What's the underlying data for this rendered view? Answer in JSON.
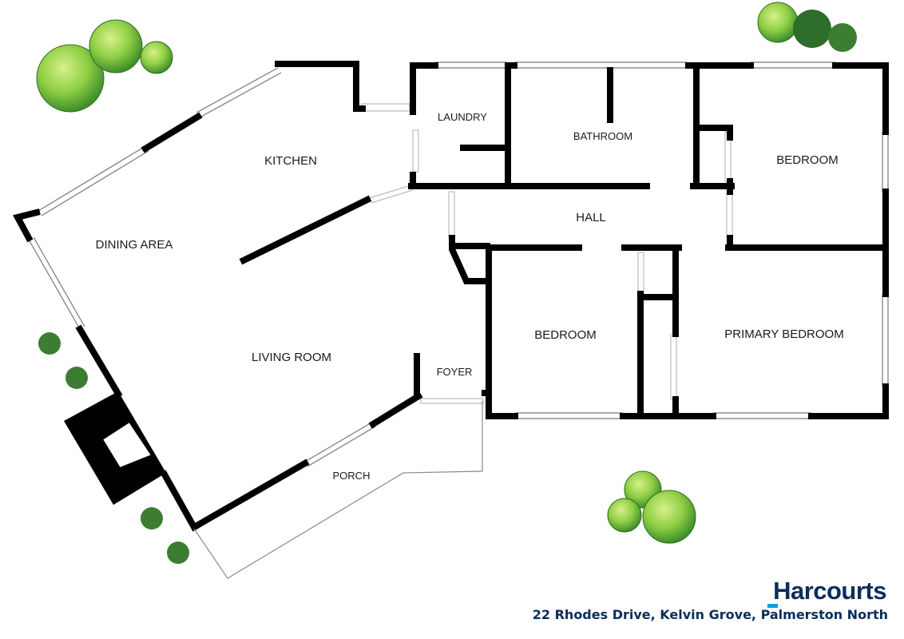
{
  "rooms": {
    "kitchen": "KITCHEN",
    "laundry": "LAUNDRY",
    "bathroom": "BATHROOM",
    "bedroom_upper": "BEDROOM",
    "dining": "DINING AREA",
    "hall": "HALL",
    "living": "LIVING ROOM",
    "foyer": "FOYER",
    "bedroom_lower": "BEDROOM",
    "primary_bedroom": "PRIMARY BEDROOM",
    "porch": "PORCH"
  },
  "branding": {
    "logo_text": "Harcourts",
    "address": "22 Rhodes Drive, Kelvin Grove,  Palmerston North"
  },
  "colors": {
    "wall": "#000000",
    "brand_navy": "#0b2d5b",
    "brand_accent": "#00a3e0",
    "foliage": "#7cc23f"
  },
  "icons": [
    "tree-icon",
    "shrub-icon",
    "fireplace-icon"
  ]
}
